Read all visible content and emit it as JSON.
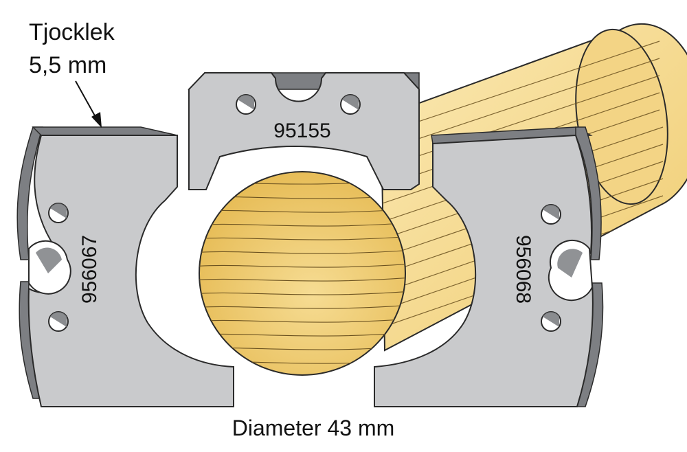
{
  "thickness_label": {
    "line1": "Tjocklek",
    "line2": "5,5 mm"
  },
  "diameter_label": "Diameter 43 mm",
  "knives": {
    "left": {
      "part_no": "956067"
    },
    "top": {
      "part_no": "95155"
    },
    "right": {
      "part_no": "956068"
    }
  },
  "colors": {
    "steel_face": "#c9cacc",
    "steel_edge": "#7d7f83",
    "wood_light": "#f7e3a8",
    "wood_mid": "#f0cf78",
    "wood_dark": "#d9a93f",
    "outline": "#2a2a2a"
  }
}
